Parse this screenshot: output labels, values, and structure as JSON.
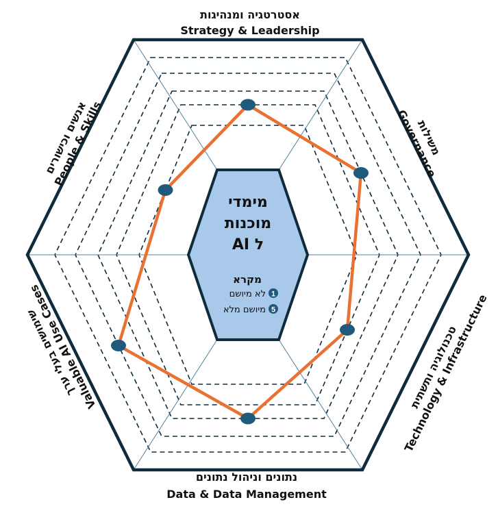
{
  "center": {
    "title_lines": [
      "מימדי",
      "מוכנות",
      "ל AI"
    ],
    "legend_title": "מקרא",
    "legend": [
      {
        "number": "1",
        "label": "לא מיושם"
      },
      {
        "number": "5",
        "label": "מיושם מלא"
      }
    ]
  },
  "colors": {
    "outline": "#0f2b3c",
    "spoke": "#4f7f9c",
    "line": "#e97132",
    "marker": "#1f5a7d",
    "center_fill": "#a9c9ea"
  },
  "chart_data": {
    "type": "radar",
    "scale": [
      1,
      5
    ],
    "axes": [
      {
        "id": "strategy",
        "he": "אסטרטגיה ומנהיגות",
        "en": "Strategy & Leadership",
        "value": 2
      },
      {
        "id": "governance",
        "he": "משילות",
        "en": "Governance",
        "value": 3
      },
      {
        "id": "technology",
        "he": "טכנולוגיה ותשתית",
        "en": "Technology & Infrastructure",
        "value": 2
      },
      {
        "id": "data",
        "he": "נתונים וניהול נתונים",
        "en": "Data & Data Management",
        "value": 3
      },
      {
        "id": "usecases",
        "he": "שימושים בעלי ערך",
        "en": "Valuable AI Use Cases",
        "value": 4
      },
      {
        "id": "people",
        "he": "אנשים וכישורים",
        "en": "People & Skills",
        "value": 1
      }
    ]
  }
}
